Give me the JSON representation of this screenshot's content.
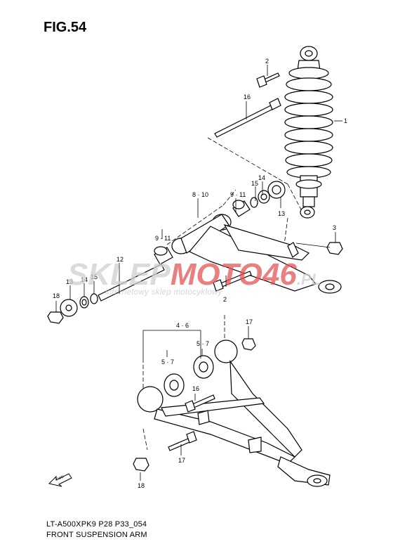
{
  "figure": {
    "title": "FIG.54",
    "model_code": "LT-A500XPK9 P28 P33_054",
    "caption": "FRONT SUSPENSION ARM"
  },
  "watermark": {
    "brand_part1": "SKLEP",
    "brand_part2": "MOTO",
    "brand_part3": "46",
    "brand_suffix": ".PL",
    "tagline": "internetowy sklep motocyklowy",
    "colors": {
      "gray": "#cfcfcf",
      "red": "#e25555"
    }
  },
  "fwd_badge": {
    "label": "FWD",
    "icon": "forward-arrow-icon"
  },
  "callouts": {
    "c1": "1",
    "c2a": "2",
    "c2b": "2",
    "c3": "3",
    "c4_6": "4 · 6",
    "c5_7a": "5 · 7",
    "c5_7b": "5 · 7",
    "c8_10": "8 · 10",
    "c9_11a": "9 · 11",
    "c9_11b": "9 · 11",
    "c12": "12",
    "c13a": "13",
    "c13b": "13",
    "c14a": "14",
    "c14b": "14",
    "c15a": "15",
    "c15b": "15",
    "c16a": "16",
    "c16b": "16",
    "c17a": "17",
    "c17b": "17",
    "c18a": "18",
    "c18b": "18"
  }
}
